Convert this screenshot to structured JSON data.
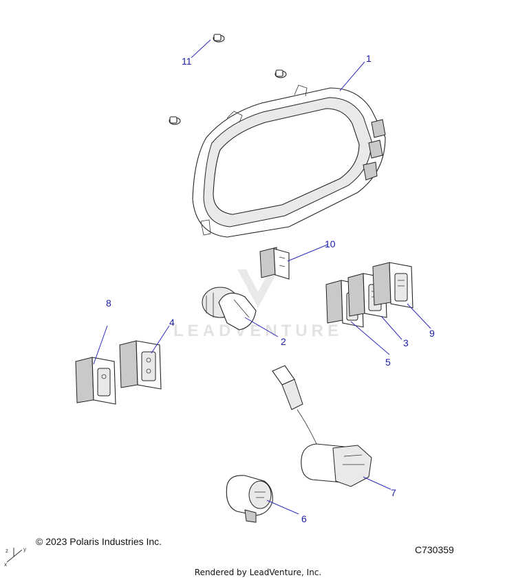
{
  "callouts": [
    "1",
    "2",
    "3",
    "4",
    "5",
    "6",
    "7",
    "8",
    "9",
    "10",
    "11"
  ],
  "watermark": "LEADVENTURE",
  "footer": {
    "copyright": "© 2023 Polaris Industries Inc.",
    "diagram_id": "C730359",
    "rendered_by": "Rendered by LeadVenture, Inc."
  },
  "axis_labels": {
    "z": "z",
    "y": "y",
    "x": "x"
  },
  "colors": {
    "callout": "#1a1aa8",
    "leader": "#2b2bbf"
  }
}
